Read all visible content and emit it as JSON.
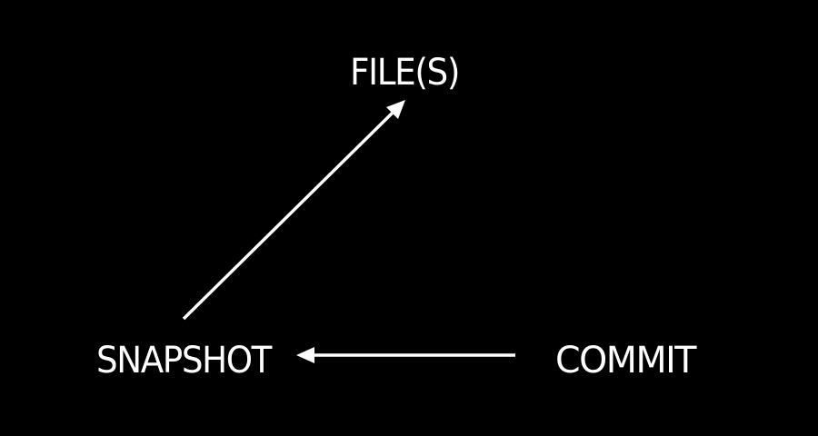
{
  "diagram": {
    "background": "#000000",
    "foreground": "#ffffff",
    "nodes": {
      "files": {
        "label": "FILE(S)"
      },
      "snapshot": {
        "label": "SNAPSHOT"
      },
      "commit": {
        "label": "COMMIT"
      }
    },
    "edges": [
      {
        "from": "commit",
        "to": "snapshot"
      },
      {
        "from": "snapshot",
        "to": "files"
      }
    ]
  }
}
